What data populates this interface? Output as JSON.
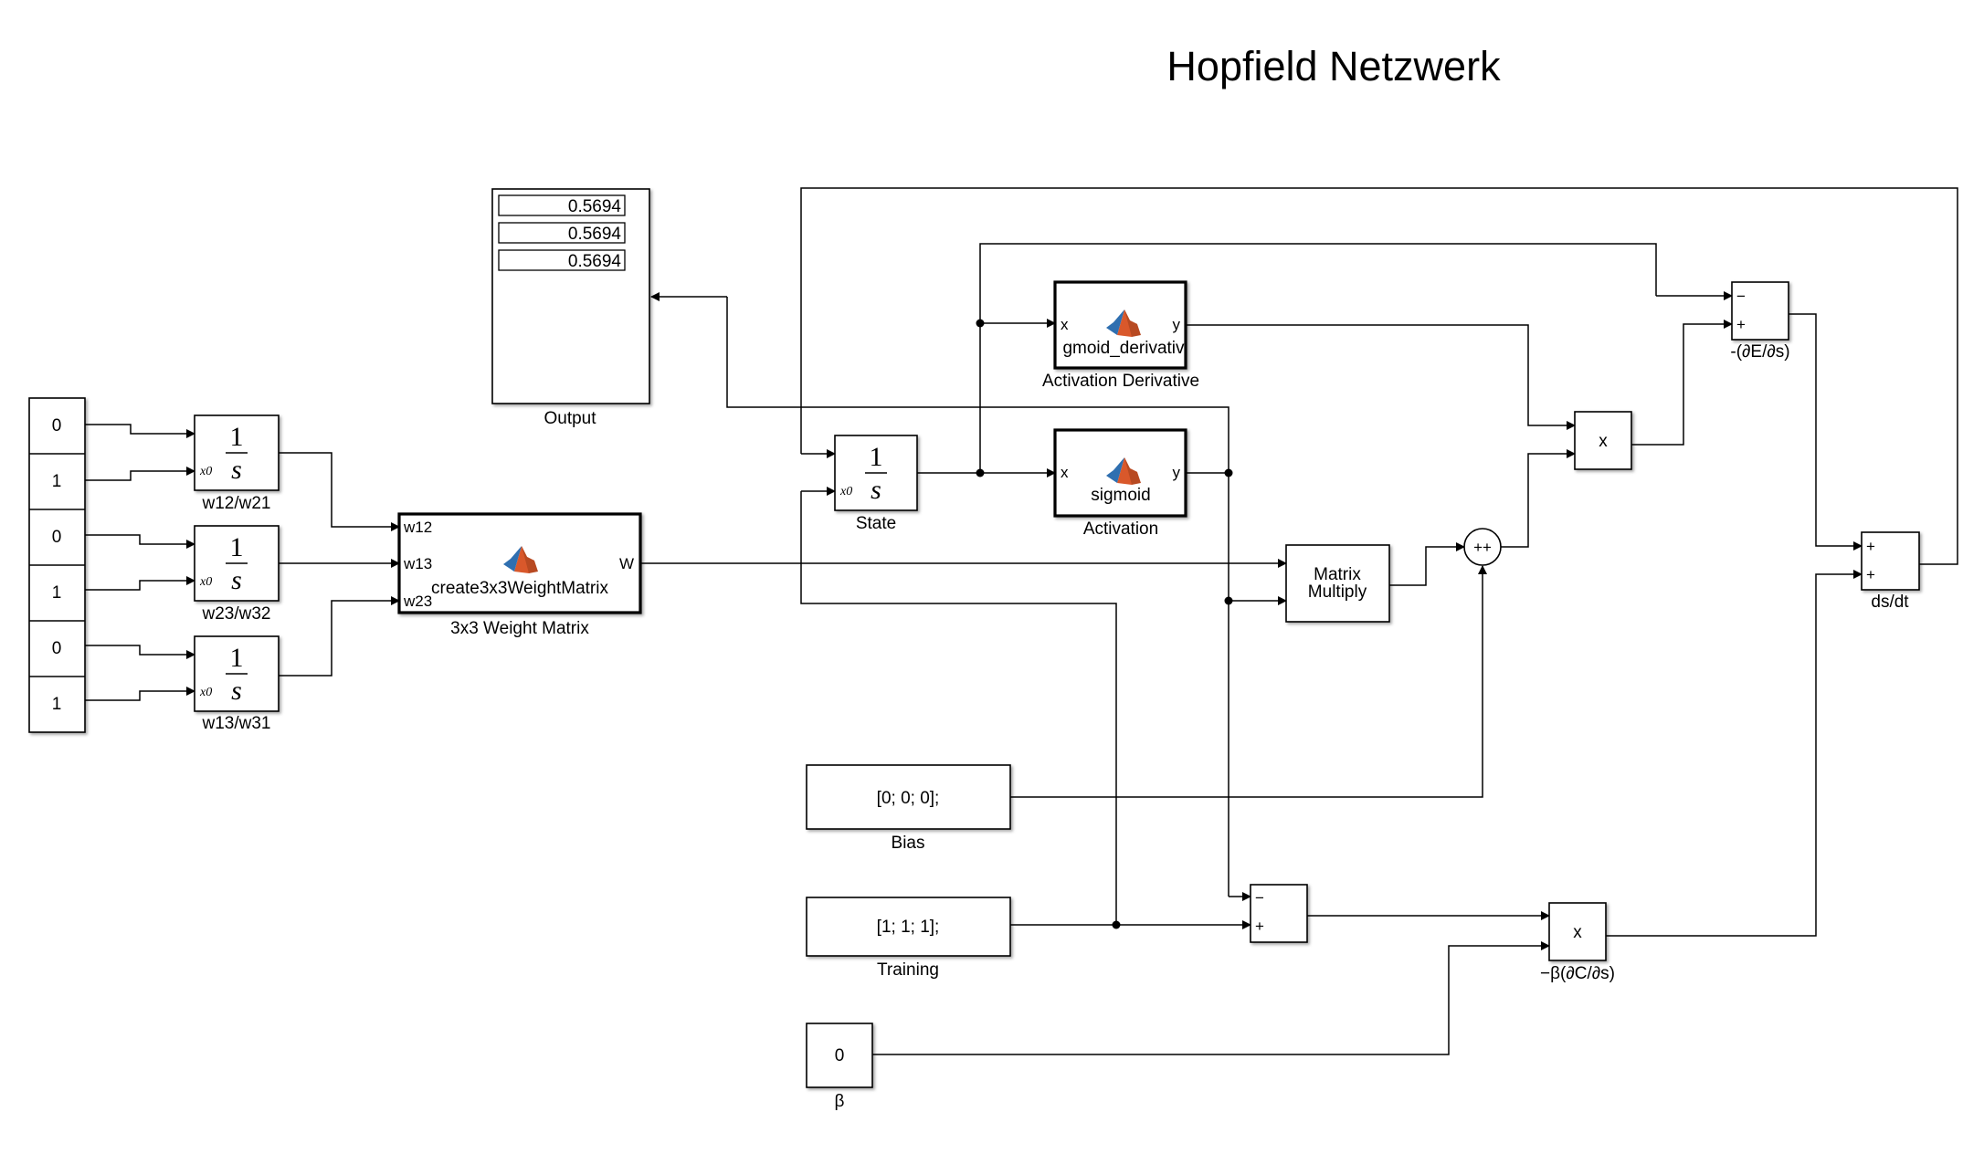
{
  "diagram": {
    "title": "Hopfield Netzwerk",
    "constants_stack": [
      "0",
      "1",
      "0",
      "1",
      "0",
      "1"
    ],
    "integrators": [
      {
        "label": "w12/w21"
      },
      {
        "label": "w23/w32"
      },
      {
        "label": "w13/w31"
      }
    ],
    "integrator_symbol": {
      "numerator": "1",
      "denominator": "s",
      "ic_port": "x0"
    },
    "weight_matrix": {
      "label": "3x3 Weight Matrix",
      "function": "create3x3WeightMatrix",
      "inputs": [
        "w12",
        "w13",
        "w23"
      ],
      "output": "W"
    },
    "output_display": {
      "label": "Output",
      "values": [
        "0.5694",
        "0.5694",
        "0.5694"
      ]
    },
    "state": {
      "label": "State"
    },
    "activation_derivative": {
      "label": "Activation Derivative",
      "function": "gmoid_derivativ",
      "in": "x",
      "out": "y"
    },
    "activation": {
      "label": "Activation",
      "function": "sigmoid",
      "in": "x",
      "out": "y"
    },
    "matrix_multiply": {
      "line1": "Matrix",
      "line2": "Multiply"
    },
    "sum_signs": "++",
    "product_symbol": "x",
    "energy_grad": {
      "label": "-(∂E/∂s)",
      "signs": [
        "−",
        "+"
      ]
    },
    "dsdt": {
      "label": "ds/dt",
      "signs": [
        "+",
        "+"
      ]
    },
    "bias": {
      "label": "Bias",
      "value": "[0; 0; 0];"
    },
    "training": {
      "label": "Training",
      "value": "[1; 1; 1];"
    },
    "training_diff": {
      "signs": [
        "−",
        "+"
      ]
    },
    "cost_grad": {
      "label": "−β(∂C/∂s)"
    },
    "beta": {
      "label": "β",
      "value": "0"
    }
  },
  "colors": {
    "line": "#000000",
    "background": "#ffffff",
    "matlab_logo_orange": "#d9582b",
    "matlab_logo_blue": "#2f6fb0"
  }
}
